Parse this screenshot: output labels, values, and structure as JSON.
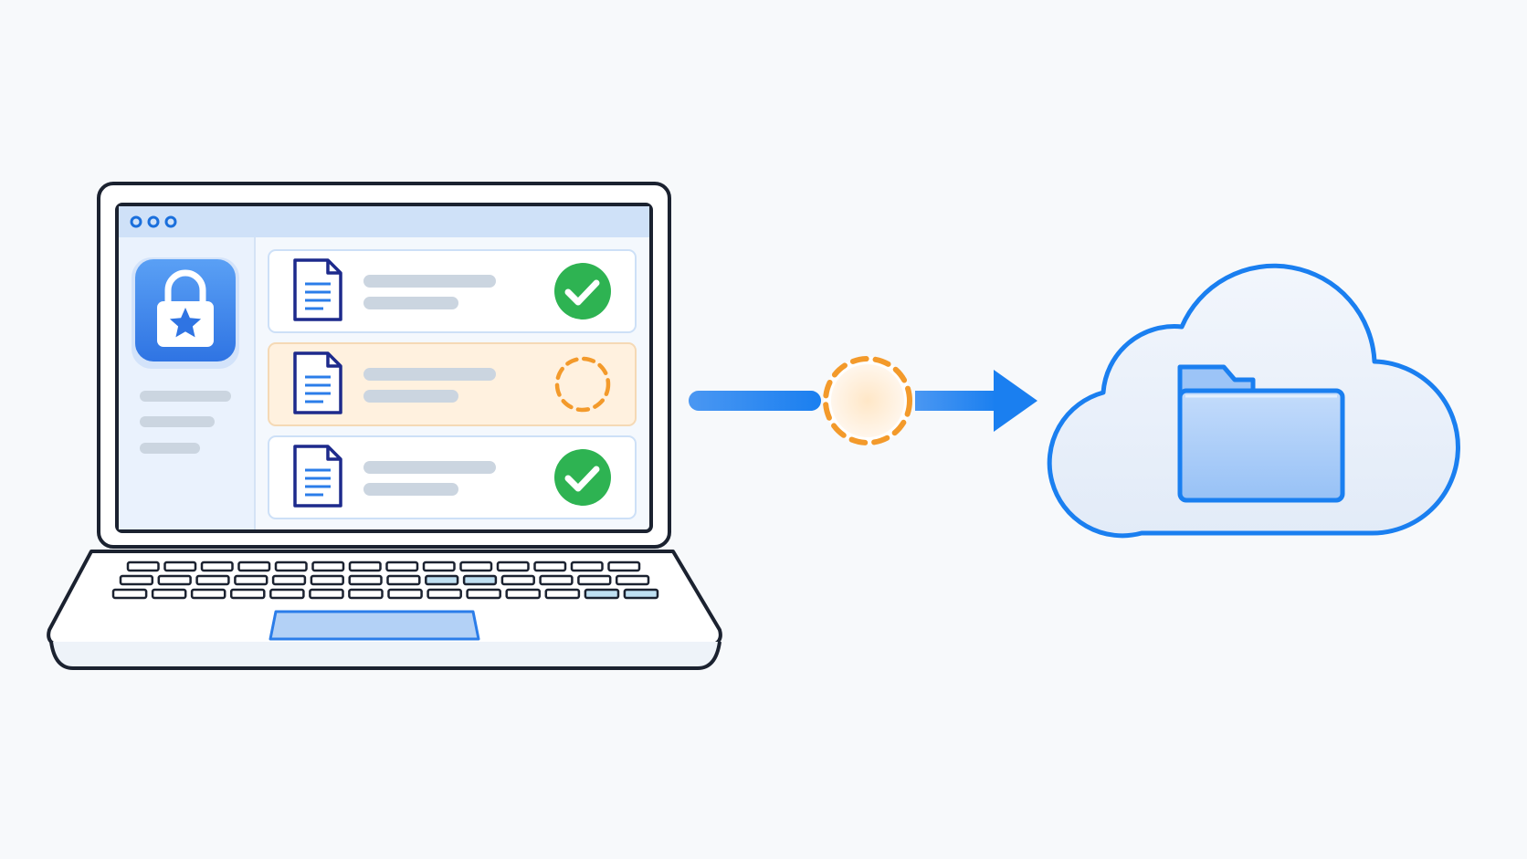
{
  "diagram": {
    "kind": "backup-to-cloud-illustration",
    "source": {
      "device": "laptop",
      "window_controls": 3,
      "app_icon": "lock-star-icon",
      "sidebar_placeholder_lines": 3,
      "files": [
        {
          "icon": "document-icon",
          "status": "complete",
          "status_icon": "check-circle-icon"
        },
        {
          "icon": "document-icon",
          "status": "pending",
          "status_icon": "dashed-circle-icon"
        },
        {
          "icon": "document-icon",
          "status": "complete",
          "status_icon": "check-circle-icon"
        }
      ]
    },
    "connector": {
      "direction": "right",
      "midpoint_icon": "dashed-circle-icon",
      "state": "in-progress"
    },
    "target": {
      "container": "cloud",
      "icon": "folder-icon"
    }
  },
  "colors": {
    "background": "#f7f9fb",
    "outline": "#1b2230",
    "accent_blue": "#1a7ff0",
    "light_blue": "#d5e6fb",
    "success_green": "#2eb352",
    "pending_orange": "#f39a2b",
    "pending_fill": "#fff1df",
    "placeholder_gray": "#cbd5e0",
    "document_navy": "#1d2a8c"
  }
}
